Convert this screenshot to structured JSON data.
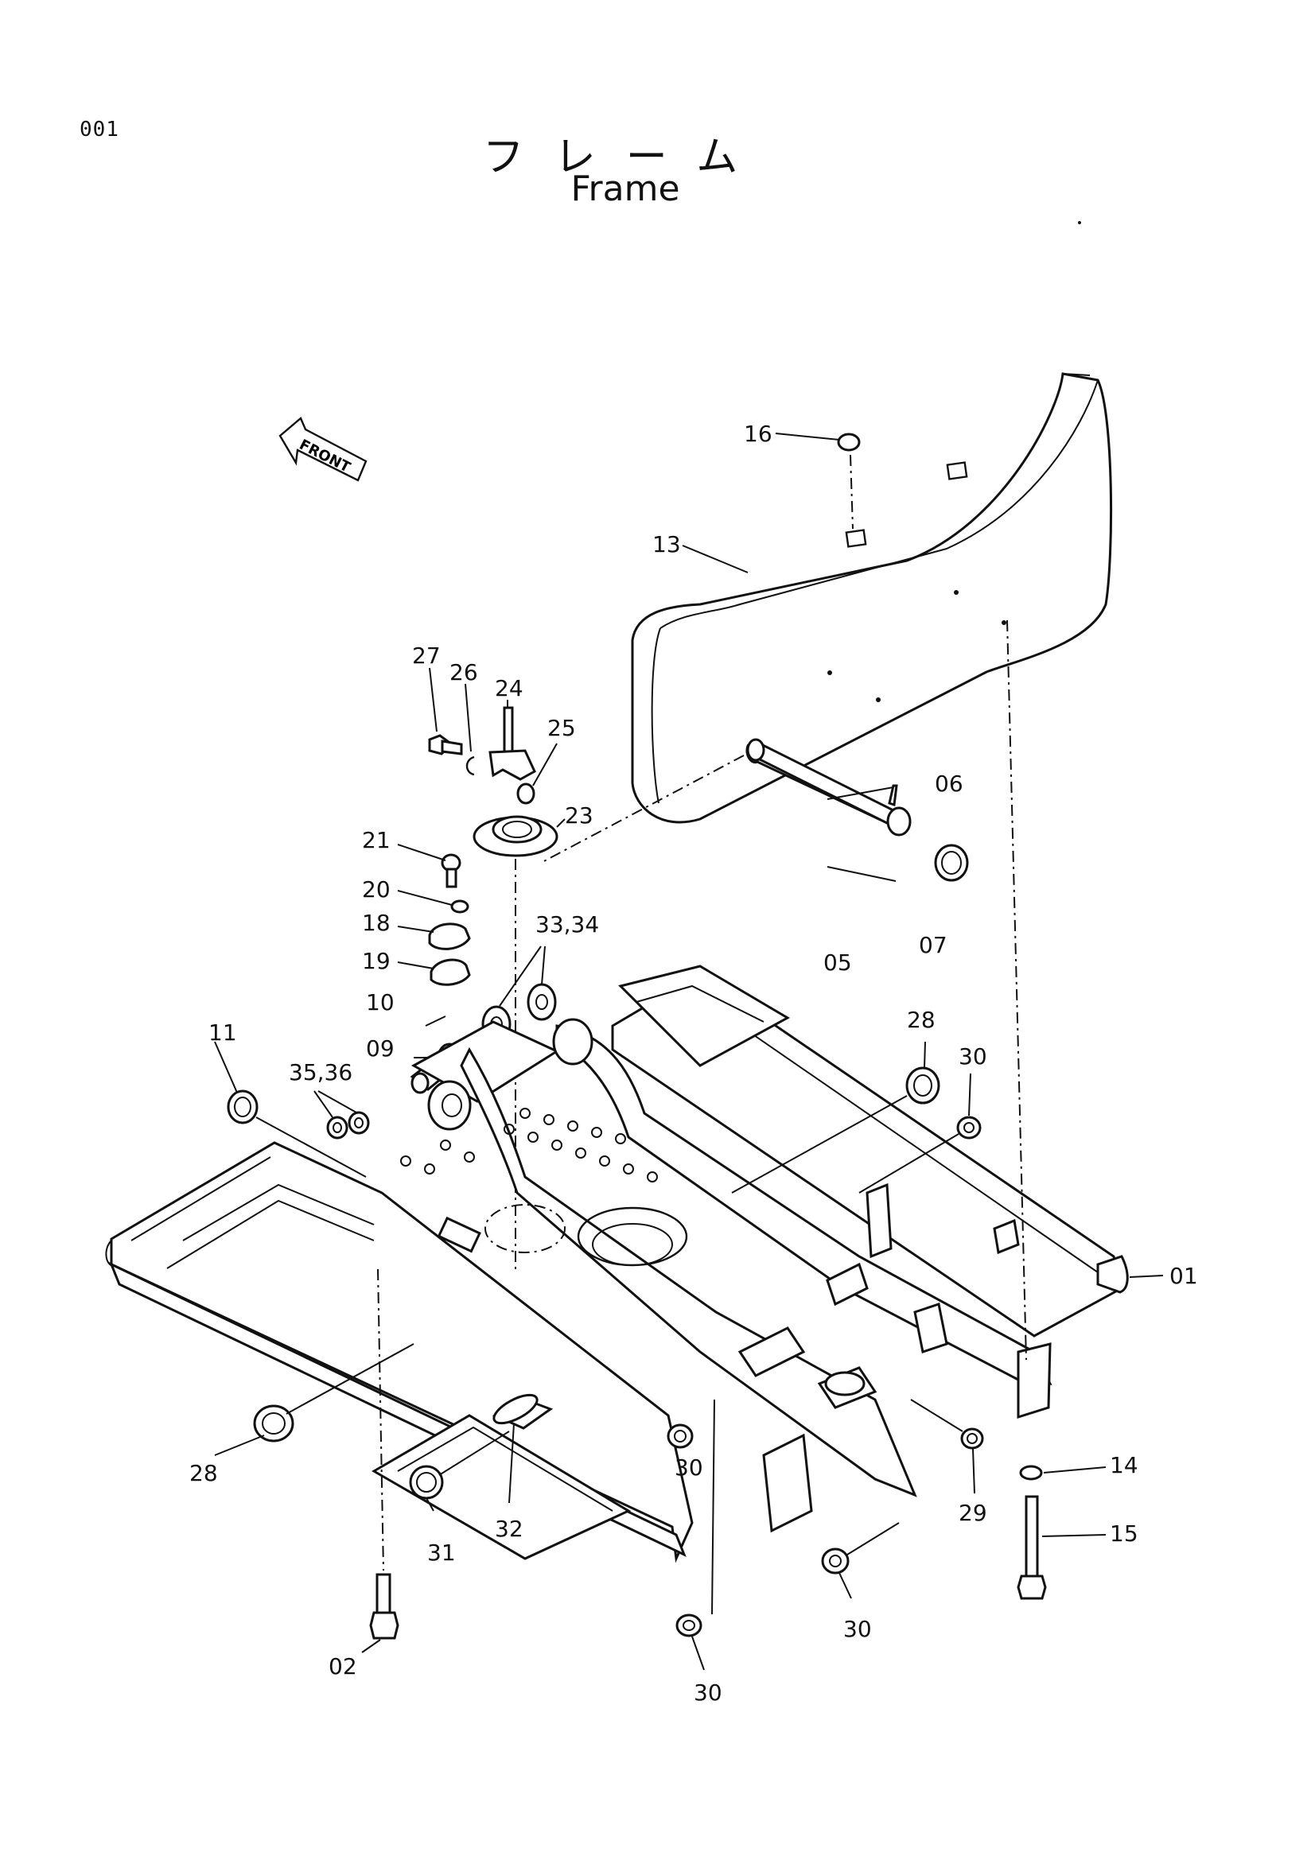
{
  "page_number": "001",
  "title_japanese": "フレーム",
  "title_english": "Frame",
  "front_marker": "FRONT",
  "part_labels": {
    "p01": "01",
    "p02": "02",
    "p05": "05",
    "p06": "06",
    "p07": "07",
    "p09": "09",
    "p10": "10",
    "p11": "11",
    "p13": "13",
    "p14": "14",
    "p15": "15",
    "p16": "16",
    "p18": "18",
    "p19": "19",
    "p20": "20",
    "p21": "21",
    "p23": "23",
    "p24": "24",
    "p25": "25",
    "p26": "26",
    "p27": "27",
    "p28a": "28",
    "p28b": "28",
    "p29": "29",
    "p30a": "30",
    "p30b": "30",
    "p30c": "30",
    "p30d": "30",
    "p31": "31",
    "p32": "32",
    "p33_34": "33,34",
    "p35_36": "35,36"
  }
}
